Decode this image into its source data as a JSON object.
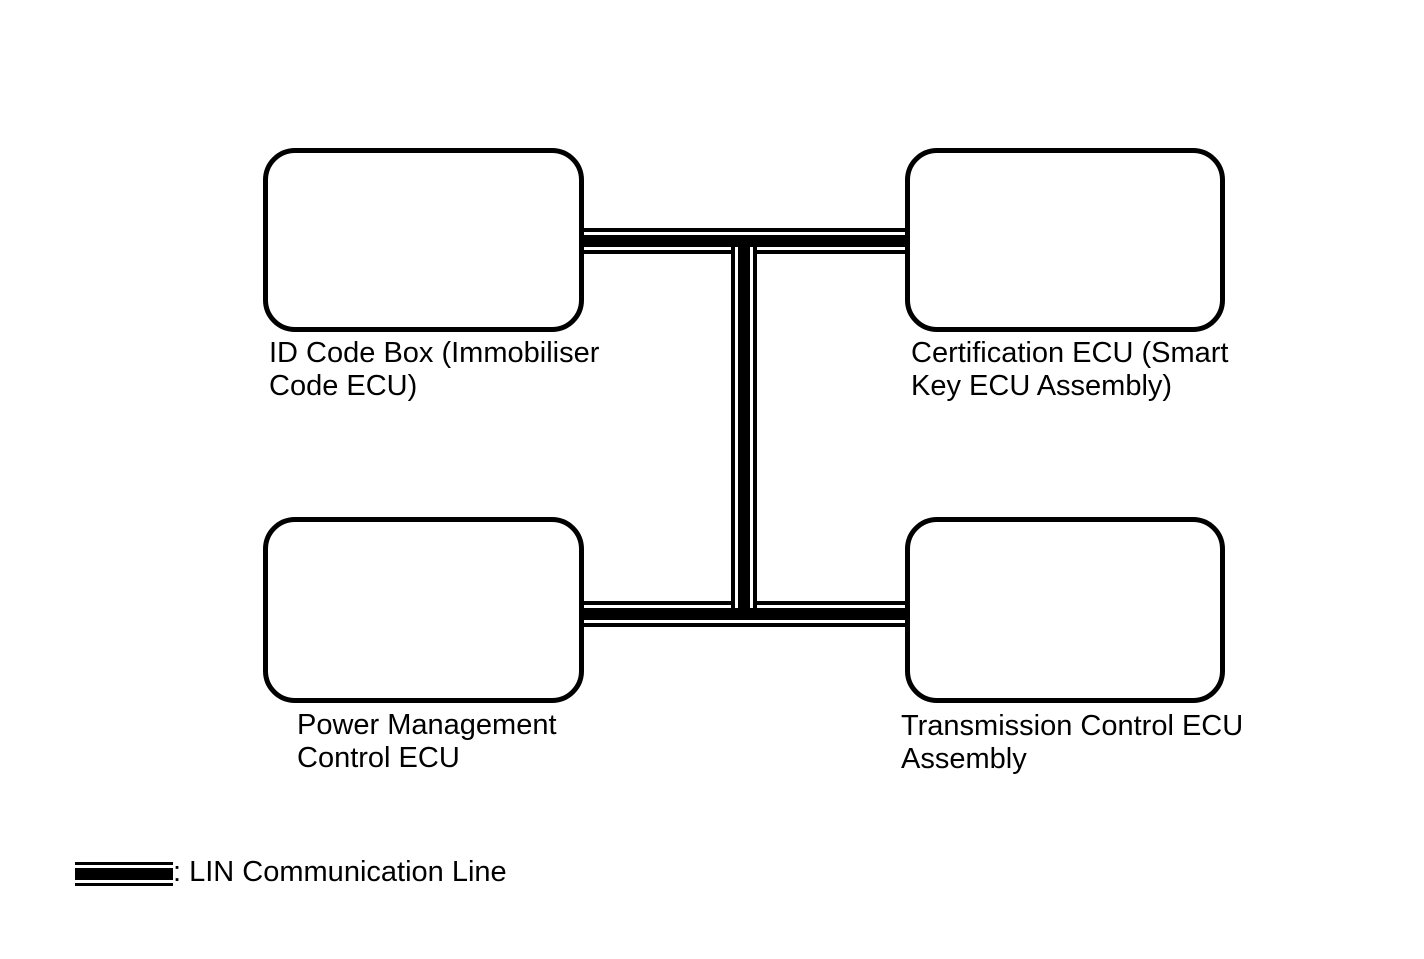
{
  "page": {
    "background_color": "#ffffff",
    "line_color": "#000000"
  },
  "diagram": {
    "nodes": [
      {
        "name": "id-code-box",
        "line1": "ID Code Box (Immobiliser",
        "line2": "Code ECU)"
      },
      {
        "name": "certification-ecu",
        "line1": "Certification ECU (Smart",
        "line2": "Key ECU Assembly)"
      },
      {
        "name": "power-management-ecu",
        "line1": "Power Management",
        "line2": "Control ECU"
      },
      {
        "name": "transmission-control-ecu",
        "line1": "Transmission Control ECU",
        "line2": "Assembly"
      }
    ],
    "connections": [
      {
        "from": "id-code-box",
        "to": "certification-ecu",
        "type": "LIN"
      },
      {
        "from": "power-management-ecu",
        "to": "transmission-control-ecu",
        "type": "LIN"
      },
      {
        "from": "top-bus",
        "to": "bottom-bus",
        "type": "LIN"
      }
    ],
    "legend": {
      "label": ": LIN Communication Line"
    }
  }
}
